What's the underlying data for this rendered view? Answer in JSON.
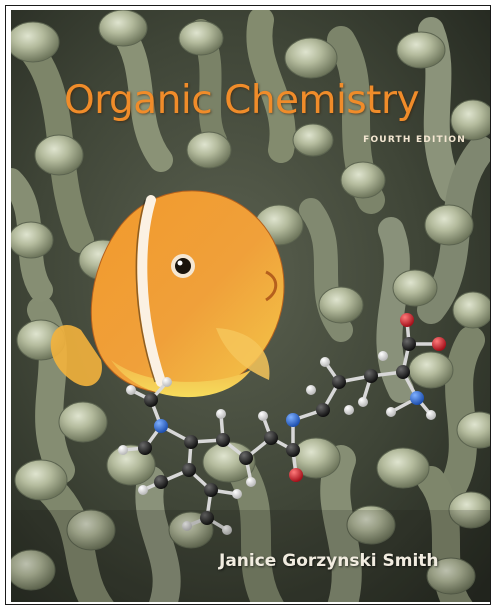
{
  "cover": {
    "title": "Organic Chemistry",
    "edition": "FOURTH EDITION",
    "author": "Janice Gorzynski Smith"
  },
  "colors": {
    "title": "#f08c2a",
    "edition": "#f4e7d2",
    "author": "#f1ece0",
    "fish_orange": "#f29a2c",
    "fish_yellow": "#f0c64a",
    "anemone": "#9aa286",
    "carbon_atom": "#262626",
    "hydrogen_atom": "#f4f4f4",
    "nitrogen_atom": "#2f6fd6",
    "oxygen_atom": "#d8202a"
  },
  "illustration": {
    "subject": "clownfish-in-sea-anemone",
    "overlay": "ball-and-stick-molecule"
  }
}
